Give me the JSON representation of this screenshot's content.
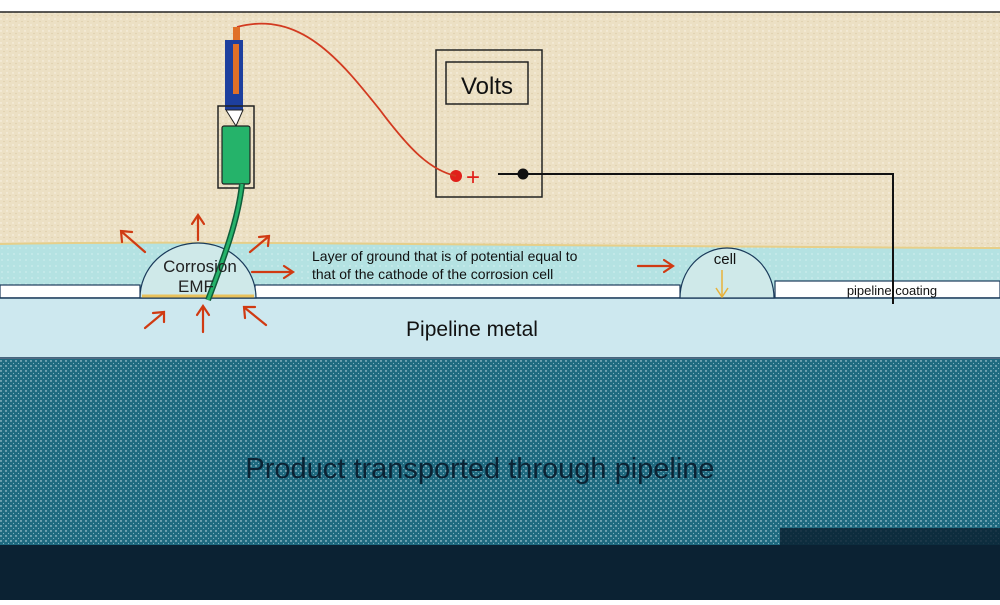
{
  "labels": {
    "volts": "Volts",
    "plus_sign": "+",
    "corrosion_line1": "Corrosion",
    "corrosion_line2": "EMF",
    "layer_line1": "Layer of ground that is of potential equal to",
    "layer_line2": "that of the cathode of the corrosion cell",
    "cell": "cell",
    "pipeline_coating": "pipeline coating",
    "pipeline_metal": "Pipeline metal",
    "product": "Product transported through pipeline"
  },
  "colors": {
    "soil": "#ece0c4",
    "ground_layer": "#b4e2e2",
    "pipeline_metal": "#cde8ef",
    "product": "#1f6a80",
    "bottom_band": "#0b2233",
    "arrows": "#d03a12",
    "probe_blue": "#1d3f9e",
    "probe_green": "#25b36a",
    "probe_rod": "#e07028",
    "wire_red": "#d23a20",
    "wire_black": "#111111",
    "semicircle_fill": "#cfe9e9"
  }
}
